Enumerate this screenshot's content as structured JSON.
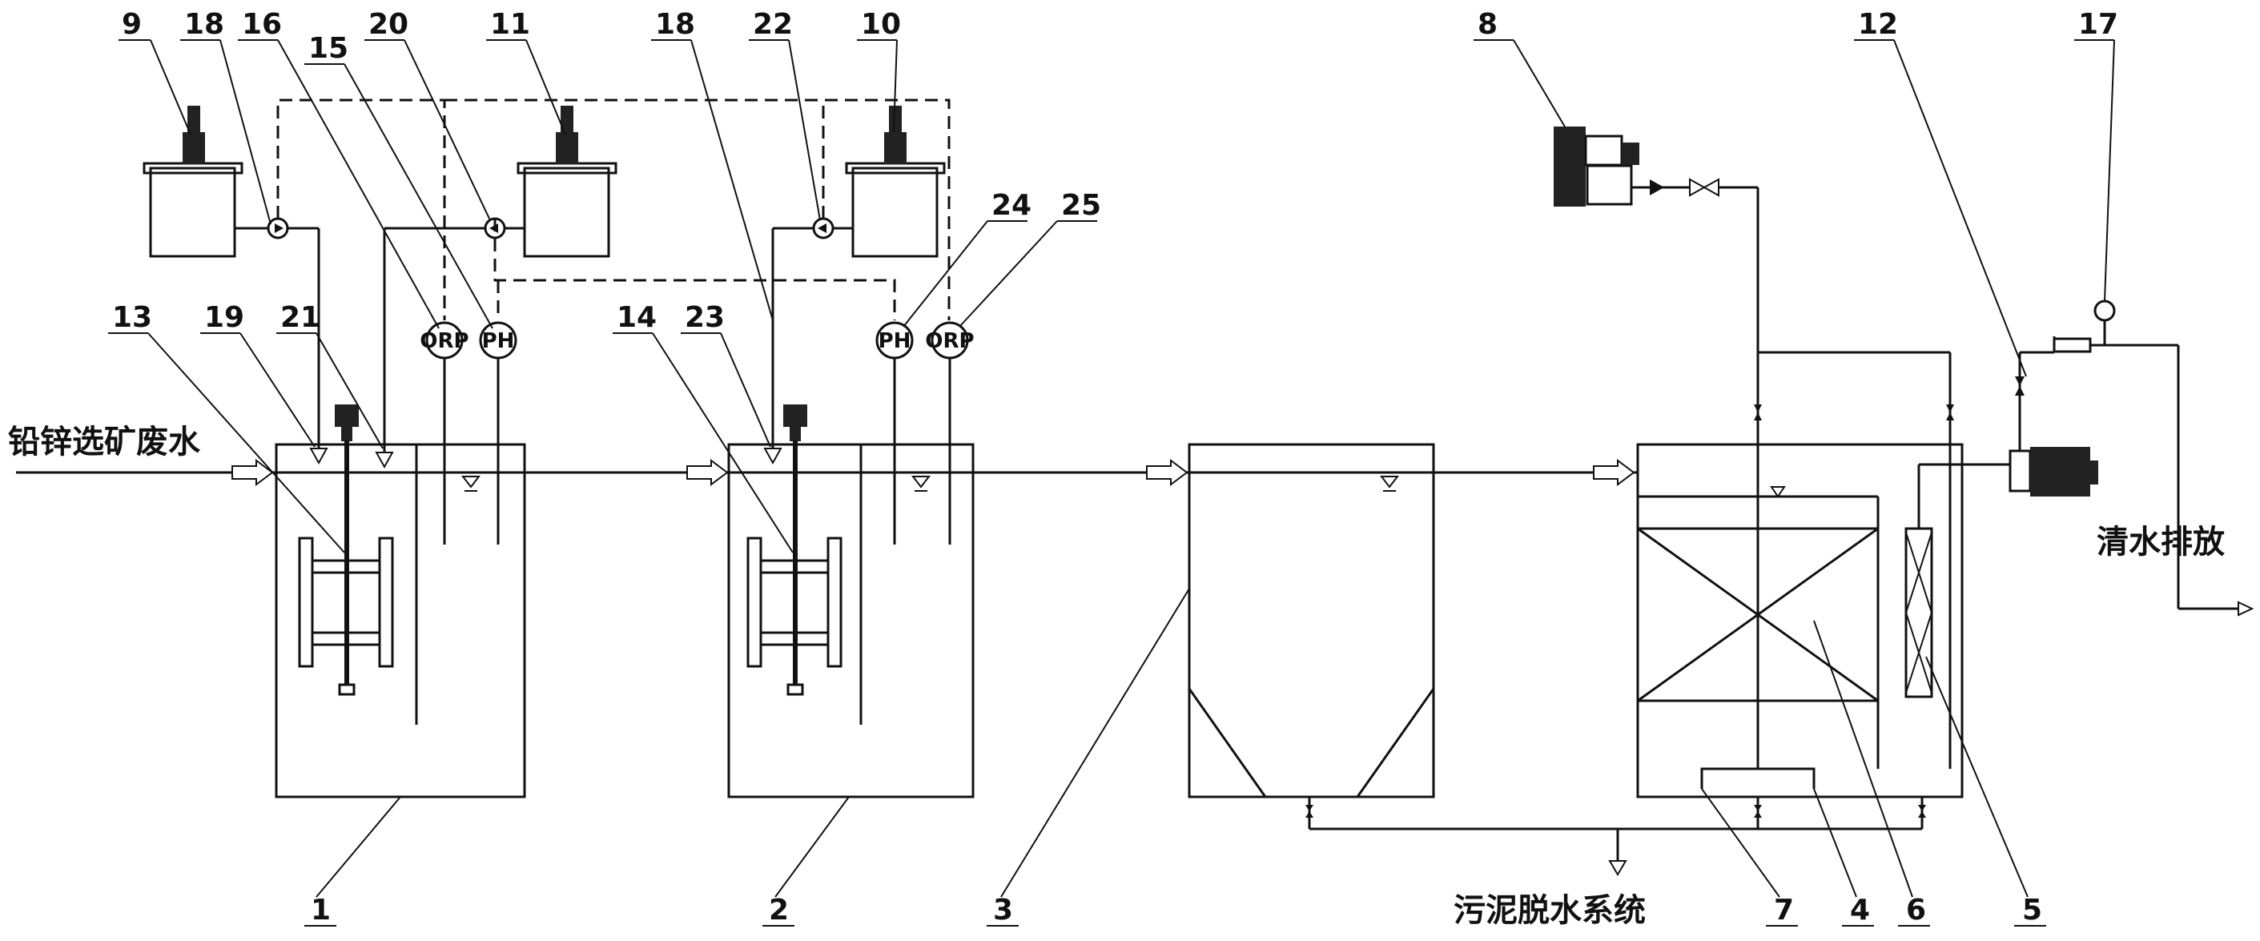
{
  "labels": {
    "inlet": "铅锌选矿废水",
    "outlet": "清水排放",
    "sludge": "污泥脱水系统"
  },
  "instruments": {
    "orp_a": "ORP",
    "ph_a": "PH",
    "ph_b": "PH",
    "orp_b": "ORP"
  },
  "callouts": {
    "n9": "9",
    "n18a": "18",
    "n16": "16",
    "n15": "15",
    "n20": "20",
    "n11": "11",
    "n18b": "18",
    "n22": "22",
    "n10": "10",
    "n24": "24",
    "n25": "25",
    "n13": "13",
    "n19": "19",
    "n21": "21",
    "n14": "14",
    "n23": "23",
    "n8": "8",
    "n12": "12",
    "n17": "17",
    "n1": "1",
    "n2": "2",
    "n3": "3",
    "n7": "7",
    "n4": "4",
    "n6": "6",
    "n5": "5"
  }
}
